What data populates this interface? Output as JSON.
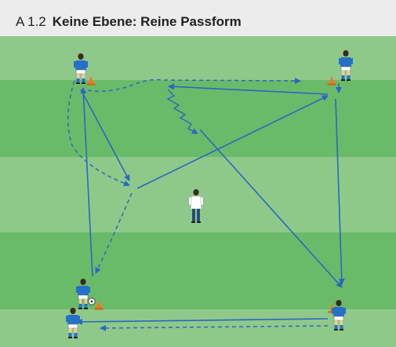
{
  "header": {
    "number": "A 1.2",
    "title": "Keine Ebene: Reine Passform"
  },
  "colors": {
    "grass_light": "#8fc98a",
    "grass_dark": "#6abb69",
    "arrow": "#2a67c2",
    "cone": "#ef7a1c",
    "player_shirt": "#2670c8",
    "coach_shirt": "#ffffff"
  },
  "icons": [
    "player-icon",
    "coach-icon",
    "cone-icon",
    "ball-icon",
    "pass-arrow",
    "run-arrow-dashed",
    "dribble-arrow-wavy"
  ]
}
